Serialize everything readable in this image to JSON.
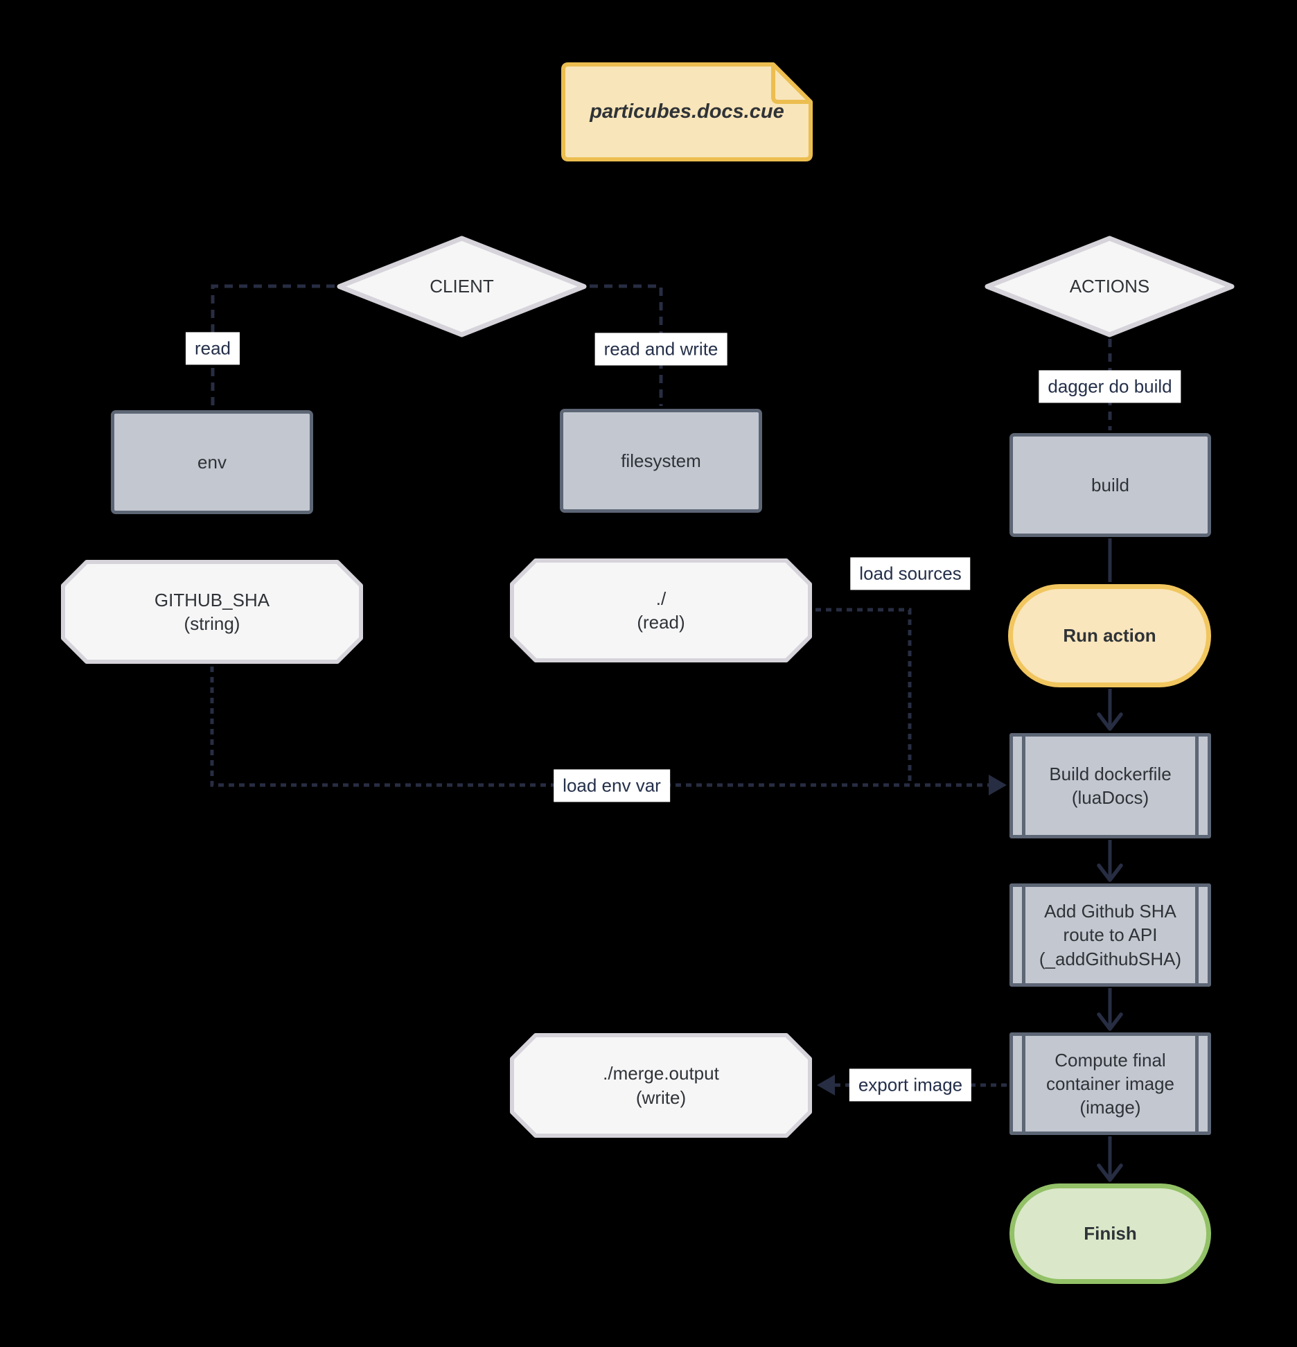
{
  "colors": {
    "background": "#000000",
    "box_fill": "#c3c7d0",
    "box_border": "#5d6675",
    "shape_fill": "#f6f6f7",
    "shape_border": "#d6d4da",
    "note_fill": "#f8e5b9",
    "note_border": "#ecbe50",
    "action_fill": "#fae6bc",
    "action_border": "#f1c65f",
    "finish_fill": "#dae8c9",
    "finish_border": "#93c167",
    "edge_color": "#272d42",
    "label_bg": "#ffffff",
    "label_text": "#25304a",
    "node_text": "#2f3337"
  },
  "note": {
    "label": "particubes.docs.cue"
  },
  "nodes": {
    "client": {
      "label": "CLIENT"
    },
    "actions": {
      "label": "ACTIONS"
    },
    "env": {
      "label": "env"
    },
    "filesystem": {
      "label": "filesystem"
    },
    "build": {
      "label": "build"
    },
    "github_sha": {
      "label": "GITHUB_SHA\n(string)"
    },
    "workdir_read": {
      "label": "./\n(read)"
    },
    "merge_output": {
      "label": "./merge.output\n(write)"
    },
    "run_action": {
      "label": "Run action"
    },
    "build_dockerfile": {
      "label": "Build dockerfile\n(luaDocs)"
    },
    "add_github_sha": {
      "label": "Add Github SHA\nroute to API\n(_addGithubSHA)"
    },
    "compute_image": {
      "label": "Compute final\ncontainer image\n(image)"
    },
    "finish": {
      "label": "Finish"
    }
  },
  "edges": {
    "read": "read",
    "read_and_write": "read and write",
    "dagger_do_build": "dagger do build",
    "load_sources": "load sources",
    "load_env_var": "load env var",
    "export_image": "export image"
  }
}
